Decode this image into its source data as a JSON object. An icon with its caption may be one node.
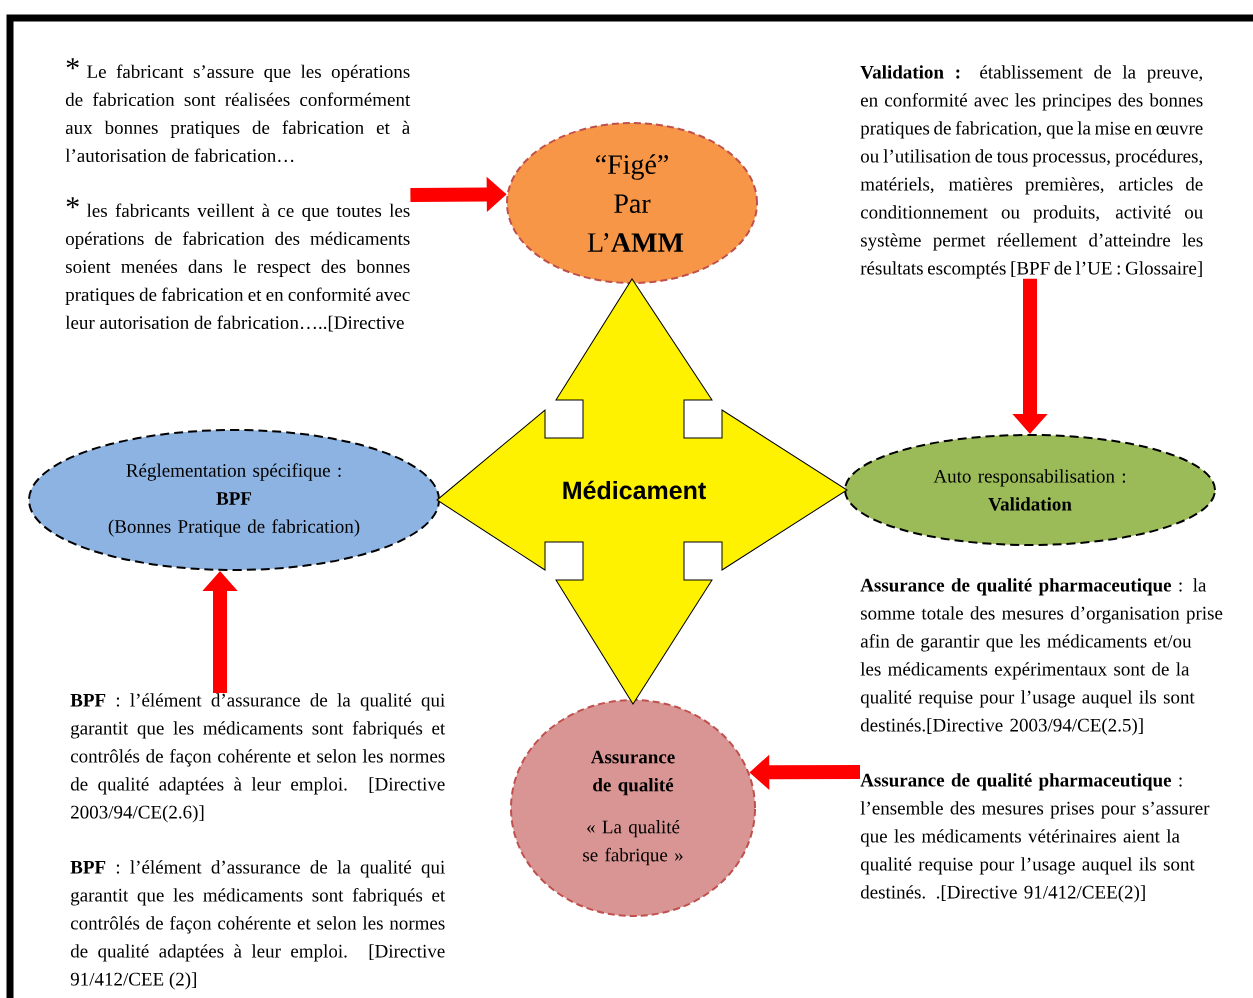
{
  "diagram": {
    "nodes": [
      {
        "text": [
          "*",
          "Le fabricant s’assure que les opérations de fabrication sont réalisées conformément aux bonnes pratiques de fabrication et à l’autorisation de fabrication…",
          "*",
          "les fabricants veillent à ce que toutes les opérations de fabrication des médicaments soient menées dans le respect des bonnes pratiques de fabrication et en conformité avec leur autorisation de fabrication…..[Directive"
        ]
      },
      {
        "text": [
          "“Figé”",
          "Par",
          "L’**AMM**"
        ]
      },
      {
        "text": [
          "**Validation :** établissement de la preuve, en conformité avec les principes des bonnes pratiques de fabrication, que la mise en œuvre ou l’utilisation de tous processus, procédures, matériels, matières premières, articles de conditionnement ou produits, activité ou système permet réellement d’atteindre les résultats escomptés [BPF de l’UE : Glossaire]"
        ]
      },
      {
        "text": [
          "Médicament"
        ]
      },
      {
        "text": [
          "Réglementation spécifique :",
          "BPF",
          "(Bonnes Pratique de fabrication)"
        ]
      },
      {
        "text": [
          "Auto responsabilisation :",
          "Validation"
        ]
      },
      {
        "text": [
          "**BPF** : l’élément d’assurance de la qualité qui garantit que les médicaments sont fabriqués et contrôlés de façon cohérente et selon les normes de qualité adaptées à leur emploi. [Directive 2003/94/CE(2.6)]",
          "**BPF** : l’élément d’assurance de la qualité qui garantit que les médicaments sont fabriqués et contrôlés de façon cohérente et selon les normes de qualité adaptées à leur emploi. [Directive 91/412/CEE (2)]"
        ]
      },
      {
        "text": [
          "Assurance de qualité",
          "« La qualité se fabrique »"
        ]
      },
      {
        "text": [
          "**Assurance de qualité pharmaceutique** : la somme totale des mesures d’organisation prise afin de garantir que les médicaments et/ou les médicaments expérimentaux sont de la qualité requise pour l’usage auquel ils sont destinés.[Directive 2003/94/CE(2.5)]",
          "**Assurance de qualité pharmaceutique** : l’ensemble des mesures prises pour s’assurer que les médicaments vétérinaires aient la qualité requise pour l’usage auquel ils sont destinés. .[Directive 91/412/CEE(2)]"
        ]
      }
    ],
    "edges": [
      {
        "from": 0,
        "to": 1,
        "arrow": "to"
      },
      {
        "from": 2,
        "to": 5,
        "arrow": "to"
      },
      {
        "from": 6,
        "to": 4,
        "arrow": "to"
      },
      {
        "from": 8,
        "to": 7,
        "arrow": "to"
      },
      {
        "from": 3,
        "to": 1,
        "arrow": "to"
      },
      {
        "from": 3,
        "to": 4,
        "arrow": "to"
      },
      {
        "from": 3,
        "to": 5,
        "arrow": "to"
      },
      {
        "from": 3,
        "to": 7,
        "arrow": "to"
      }
    ]
  }
}
